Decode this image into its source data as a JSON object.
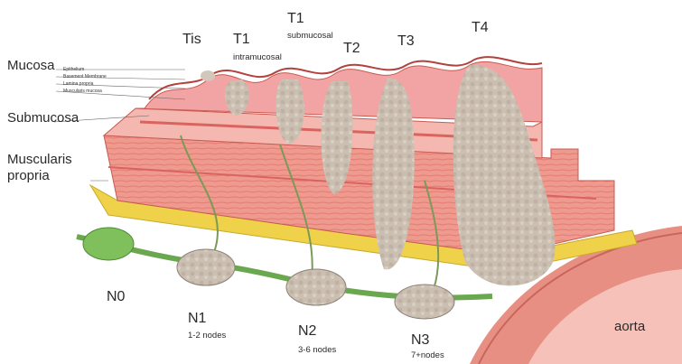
{
  "layers": {
    "mucosa": "Mucosa",
    "submucosa": "Submucosa",
    "muscularis": "Muscularis\npropria",
    "mucosa_sublayers": [
      "Epithelium",
      "Basement Membrane",
      "Lamina propria",
      "Muscularis mucosa"
    ]
  },
  "t_stages": {
    "tis": "Tis",
    "t1a": "T1",
    "t1a_sub": "intramucosal",
    "t1b": "T1",
    "t1b_sub": "submucosal",
    "t2": "T2",
    "t3": "T3",
    "t4": "T4"
  },
  "n_stages": {
    "n0": "N0",
    "n1": "N1",
    "n1_sub": "1-2 nodes",
    "n2": "N2",
    "n2_sub": "3-6 nodes",
    "n3": "N3",
    "n3_sub": "7+nodes"
  },
  "structures": {
    "aorta": "aorta"
  },
  "colors": {
    "mucosa": "#f2a3a3",
    "muscle": "#ef8f86",
    "muscle_dark": "#d9645f",
    "fat": "#f0d24a",
    "tumor": "#c9bdb0",
    "node": "#cfc4b6",
    "lymph": "#6aa84f",
    "aorta": "#e88f84"
  }
}
